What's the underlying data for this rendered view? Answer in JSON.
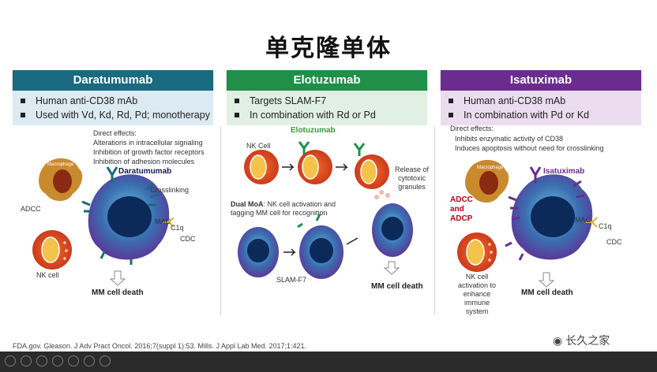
{
  "slide": {
    "title": "单克隆单体",
    "columns": [
      {
        "header": "Daratumumab",
        "color": "#1a6a80",
        "bullet_bg": "#dceaf2",
        "bullets": [
          "Human anti-CD38 mAb",
          "Used with Vd, Kd, Rd, Pd; monotherapy"
        ]
      },
      {
        "header": "Elotuzumab",
        "color": "#1f8f4a",
        "bullet_bg": "#e0f0e2",
        "bullets": [
          "Targets SLAM-F7",
          "In combination with Rd or Pd"
        ]
      },
      {
        "header": "Isatuximab",
        "color": "#6b2c8f",
        "bullet_bg": "#ecdcf0",
        "bullets": [
          "Human anti-CD38 mAb",
          "In combination with Pd or Kd"
        ]
      }
    ],
    "dara": {
      "direct_effects_title": "Direct effects:",
      "direct_effects": [
        "Alterations in intracellular signaling",
        "Inhibition of growth factor receptors",
        "Inhibition of adhesion molecules"
      ],
      "drug_label": "Daratumumab",
      "macrophage": "Macrophage",
      "crosslinking": "Crosslinking",
      "adcc": "ADCC",
      "mac": "MAC",
      "c1q": "C1q",
      "cdc": "CDC",
      "nk_cell": "NK cell",
      "death": "MM cell death"
    },
    "elo": {
      "drug_label": "Elotuzumab",
      "nk_cell": "NK Cell",
      "release": "Release of\ncytotoxic\ngranules",
      "dual_moa_bold": "Dual MoA",
      "dual_moa_text": ": NK cell activation and\ntagging MM cell for recognition",
      "slamf7": "SLAM-F7",
      "death": "MM cell death"
    },
    "isa": {
      "direct_effects_title": "Direct effects:",
      "direct_effects": [
        "Inhibits enzymatic activity of CD38",
        "Induces apoptosis without need for crosslinking"
      ],
      "drug_label": "Isatuximab",
      "macrophage": "Macrophage",
      "adcc_adcp": "ADCC\nand\nADCP",
      "mac": "MAC",
      "c1q": "C1q",
      "cdc": "CDC",
      "nk_caption": "NK cell\nactivation to\nenhance\nimmune\nsystem",
      "death": "MM cell death"
    },
    "footer": "FDA.gov. Gleason. J Adv Pract Oncol. 2016;7(suppl 1):53. Mills. J Appl Lab Med. 2017;1:421.",
    "watermark": "长久之家"
  },
  "icons": {
    "taskbar": [
      "prev-icon",
      "next-icon",
      "menu-icon",
      "copy-icon",
      "zoom-icon",
      "pen-icon",
      "more-icon"
    ],
    "watermark": "wechat-icon"
  }
}
